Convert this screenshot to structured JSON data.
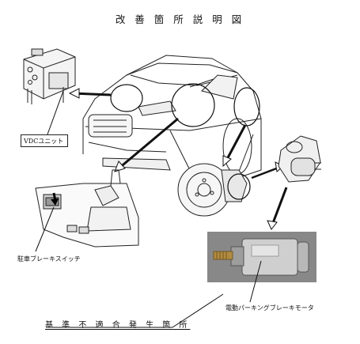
{
  "title": "改 善 箇 所 説 明 図",
  "labels": {
    "vdc_unit": "VDCユニット",
    "parking_brake_switch": "駐車ブレーキスイッチ",
    "electric_parking_brake_motor": "電動パーキングブレーキモータ",
    "criteria_nonconformity": "基 準 不 適 合 発 生 箇 所"
  }
}
